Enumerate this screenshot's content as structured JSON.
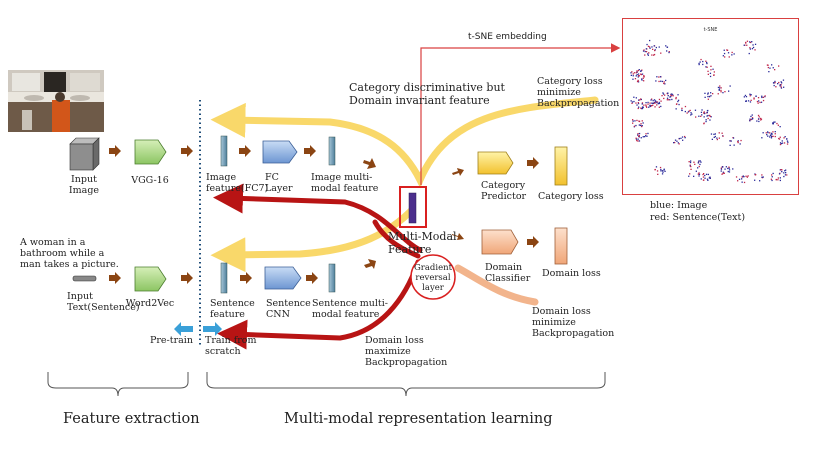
{
  "colors": {
    "brown_arrow": "#8b4513",
    "yellow_flow": "#f9d86a",
    "red_flow": "#b81414",
    "peach_flow": "#f2b48c",
    "blue_arrow": "#3aa0d8",
    "tsne_border": "#d94040",
    "dotted_line": "#1f4e79"
  },
  "image_branch": {
    "input_label": "Input\nImage",
    "vgg_label": "VGG-16",
    "feature_label": "Image\nfeature(FC7)",
    "fc_label": "FC\nLayer",
    "multimodal_label": "Image multi-\nmodal feature"
  },
  "text_branch": {
    "caption": "A woman in a\nbathroom while a\nman takes a picture.",
    "input_label": "Input\nText(Sentence)",
    "word2vec_label": "Word2Vec",
    "feature_label": "Sentence\nfeature",
    "cnn_label": "Sentence\nCNN",
    "multimodal_label": "Sentence multi-\nmodal feature"
  },
  "center": {
    "category_note": "Category discriminative but\nDomain invariant feature",
    "multimodal_feature": "Multi-Modal\nFeature",
    "grl_label": "Gradient\nreversal\nlayer",
    "tsne_arrow_label": "t-SNE embedding"
  },
  "heads": {
    "category_predictor": "Category\nPredictor",
    "category_loss": "Category loss",
    "domain_classifier": "Domain\nClassifier",
    "domain_loss": "Domain loss"
  },
  "annotations": {
    "category_backprop": "Category loss\nminimize\nBackpropagation",
    "domain_minimize": "Domain loss\nminimize\nBackpropagation",
    "domain_maximize": "Domain loss\nmaximize\nBackpropagation",
    "pretrain": "Pre-train",
    "train_scratch": "Train from\nscratch"
  },
  "tsne": {
    "title": "t-SNE",
    "legend_blue": "blue: Image",
    "legend_red": "red: Sentence(Text)"
  },
  "sections": {
    "feature_extraction": "Feature extraction",
    "representation_learning": "Multi-modal representation learning"
  }
}
